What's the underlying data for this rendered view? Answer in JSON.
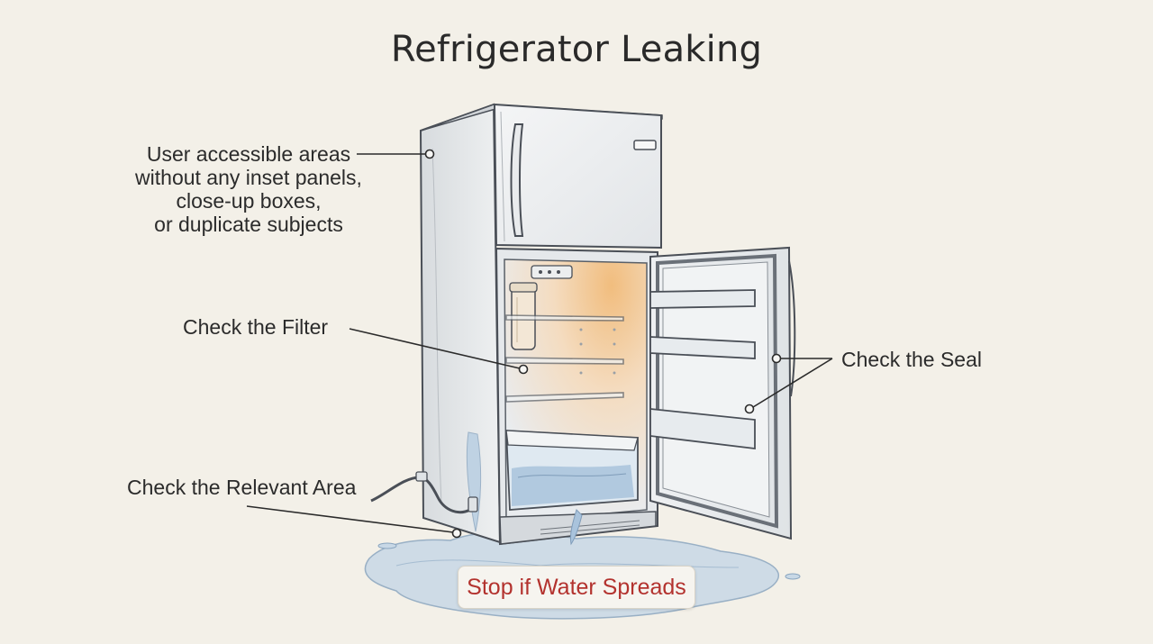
{
  "title": "Refrigerator Leaking",
  "callouts": {
    "user_areas": {
      "lines": [
        "User accessible areas",
        "without any inset panels,",
        "close-up boxes,",
        "or duplicate subjects"
      ]
    },
    "filter": "Check the Filter",
    "seal": "Check the Seal",
    "relevant_area": "Check the Relevant Area",
    "stop": "Stop if Water Spreads"
  },
  "colors": {
    "background": "#f3f0e8",
    "outline": "#4a4f57",
    "fridge_body": "#e6e8ea",
    "interior_light": "#f3c896",
    "water": "#a9c3dc",
    "warning_text": "#b3322e"
  }
}
